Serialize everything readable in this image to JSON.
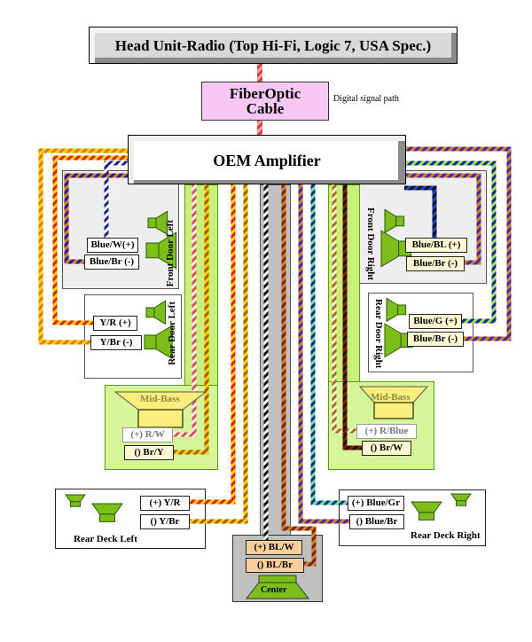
{
  "head_unit": {
    "title": "Head Unit-Radio  (Top Hi-Fi, Logic 7, USA Spec.)"
  },
  "fiber_optic": {
    "line1": "FiberOptic",
    "line2": "Cable",
    "note": "Digital signal path"
  },
  "amplifier": {
    "title": "OEM Amplifier"
  },
  "colors": {
    "fiber_box": "#f7c8f4",
    "speaker_green": "#7dbf1a",
    "panel_green": "#c8f07a",
    "label_yellow": "#fdf8d2",
    "center_label": "#f9cf9d",
    "center_box": "#c0c0c0",
    "midbass_yellow": "#fbee7d"
  },
  "front_door_left": {
    "name": "Front Door Left",
    "positive": "Blue/W(+)",
    "negative": "Blue/Br (-)"
  },
  "rear_door_left": {
    "name": "Rear Door Left",
    "positive": "Y/R (+)",
    "negative": "Y/Br (-)"
  },
  "front_door_right": {
    "name": "Front Door Right",
    "positive": "Blue/BL (+)",
    "negative": "Blue/Br (-)"
  },
  "rear_door_right": {
    "name": "Rear Door Right",
    "positive": "Blue/G (+)",
    "negative": "Blue/Br (-)"
  },
  "midbass_left": {
    "name": "Mid-Bass",
    "positive": "(+)  R/W",
    "negative": "()  Br/Y"
  },
  "midbass_right": {
    "name": "Mid-Bass",
    "positive": "(+)  R/Blue",
    "negative": "()  Br/W"
  },
  "rear_deck_left": {
    "name": "Rear Deck Left",
    "positive": "(+)  Y/R",
    "negative": "()  Y/Br"
  },
  "rear_deck_right": {
    "name": "Rear Deck Right",
    "positive": "(+)  Blue/Gr",
    "negative": "()  Blue/Br"
  },
  "center": {
    "name": "Center",
    "positive": "(+)  BL/W",
    "negative": "()  BL/Br"
  },
  "wires": [
    {
      "id": "hu-fiber",
      "c1": "#e23a3a",
      "c2": "#f7a9a9"
    },
    {
      "id": "fdl-pos",
      "c1": "#1c1c8c",
      "c2": "#ffffff"
    },
    {
      "id": "fdl-neg",
      "c1": "#1c1c8c",
      "c2": "#e07a2b"
    },
    {
      "id": "rdl-pos",
      "c1": "#e81a0a",
      "c2": "#ffd400"
    },
    {
      "id": "rdl-neg",
      "c1": "#e07a00",
      "c2": "#ffd400"
    },
    {
      "id": "fdr-pos",
      "c1": "#1a3fd0",
      "c2": "#111111"
    },
    {
      "id": "fdr-neg",
      "c1": "#3a2aa0",
      "c2": "#e07a2b"
    },
    {
      "id": "rdr-pos",
      "c1": "#0e2a8c",
      "c2": "#9ee05a"
    },
    {
      "id": "rdr-neg",
      "c1": "#3a2aa0",
      "c2": "#e07a2b"
    },
    {
      "id": "mbl-pos",
      "c1": "#e84a4a",
      "c2": "#ffffff"
    },
    {
      "id": "mbl-neg",
      "c1": "#a85a00",
      "c2": "#ffd400"
    },
    {
      "id": "mbr-pos",
      "c1": "#b0651a",
      "c2": "#ffffe0"
    },
    {
      "id": "mbr-neg",
      "c1": "#8a1a00",
      "c2": "#111111"
    },
    {
      "id": "rdkl-pos",
      "c1": "#e81a0a",
      "c2": "#ffd400"
    },
    {
      "id": "rdkl-neg",
      "c1": "#a85a00",
      "c2": "#ffd400"
    },
    {
      "id": "rdkr-pos",
      "c1": "#0e2a8c",
      "c2": "#6ee0a0"
    },
    {
      "id": "rdkr-neg",
      "c1": "#3a2aa0",
      "c2": "#e07a2b"
    },
    {
      "id": "ctr-pos",
      "c1": "#111111",
      "c2": "#ffffff"
    },
    {
      "id": "ctr-neg",
      "c1": "#6a2a00",
      "c2": "#e07a2b"
    }
  ]
}
